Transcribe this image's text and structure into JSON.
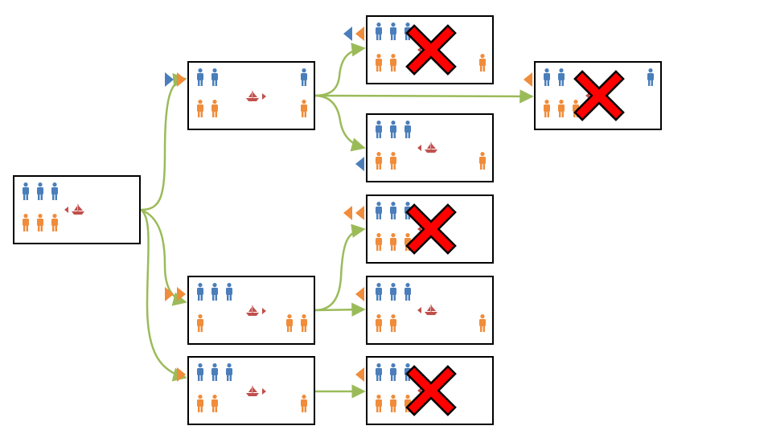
{
  "colors": {
    "missionary": "#4a7ebb",
    "cannibal": "#f08c3a",
    "boat": "#c0504d",
    "edge": "#9bbb59",
    "state_border": "#000000",
    "invalid_mark": "#ff0000"
  },
  "icons": {
    "missionary": "person-icon-blue",
    "cannibal": "person-icon-orange",
    "boat": "sailboat-icon",
    "move_arrow": "triangle-icon",
    "invalid": "red-x-icon"
  },
  "diagram": {
    "nodes": [
      {
        "id": "start",
        "left": {
          "m": 3,
          "c": 3
        },
        "right": {
          "m": 0,
          "c": 0
        },
        "boat": "left",
        "move": [],
        "invalid": false
      },
      {
        "id": "a1",
        "left": {
          "m": 2,
          "c": 2
        },
        "right": {
          "m": 1,
          "c": 1
        },
        "boat": "right",
        "move": [
          "m",
          "c"
        ],
        "invalid": false
      },
      {
        "id": "a2",
        "left": {
          "m": 3,
          "c": 1
        },
        "right": {
          "m": 0,
          "c": 2
        },
        "boat": "right",
        "move": [
          "c",
          "c"
        ],
        "invalid": false
      },
      {
        "id": "a3",
        "left": {
          "m": 3,
          "c": 2
        },
        "right": {
          "m": 0,
          "c": 1
        },
        "boat": "right",
        "move": [
          "c"
        ],
        "invalid": false
      },
      {
        "id": "b1",
        "left": {
          "m": 3,
          "c": 2
        },
        "right": {
          "m": 0,
          "c": 1
        },
        "boat": "left",
        "move": [
          "m",
          "c"
        ],
        "invalid": true
      },
      {
        "id": "b2",
        "left": {
          "m": 2,
          "c": 3
        },
        "right": {
          "m": 1,
          "c": 0
        },
        "boat": "left",
        "move": [
          "c"
        ],
        "invalid": true
      },
      {
        "id": "b3",
        "left": {
          "m": 3,
          "c": 2
        },
        "right": {
          "m": 0,
          "c": 1
        },
        "boat": "left",
        "move": [
          "m"
        ],
        "invalid": false
      },
      {
        "id": "b4",
        "left": {
          "m": 3,
          "c": 3
        },
        "right": {
          "m": 0,
          "c": 0
        },
        "boat": "left",
        "move": [
          "c",
          "c"
        ],
        "invalid": true
      },
      {
        "id": "b5",
        "left": {
          "m": 3,
          "c": 2
        },
        "right": {
          "m": 0,
          "c": 1
        },
        "boat": "left",
        "move": [
          "c"
        ],
        "invalid": false
      },
      {
        "id": "b6",
        "left": {
          "m": 3,
          "c": 3
        },
        "right": {
          "m": 0,
          "c": 0
        },
        "boat": "left",
        "move": [
          "c"
        ],
        "invalid": true
      }
    ],
    "edges": [
      {
        "from": "start",
        "to": "a1"
      },
      {
        "from": "start",
        "to": "a2"
      },
      {
        "from": "start",
        "to": "a3"
      },
      {
        "from": "a1",
        "to": "b1"
      },
      {
        "from": "a1",
        "to": "b2"
      },
      {
        "from": "a1",
        "to": "b3"
      },
      {
        "from": "a2",
        "to": "b4"
      },
      {
        "from": "a2",
        "to": "b5"
      },
      {
        "from": "a3",
        "to": "b6"
      }
    ]
  }
}
